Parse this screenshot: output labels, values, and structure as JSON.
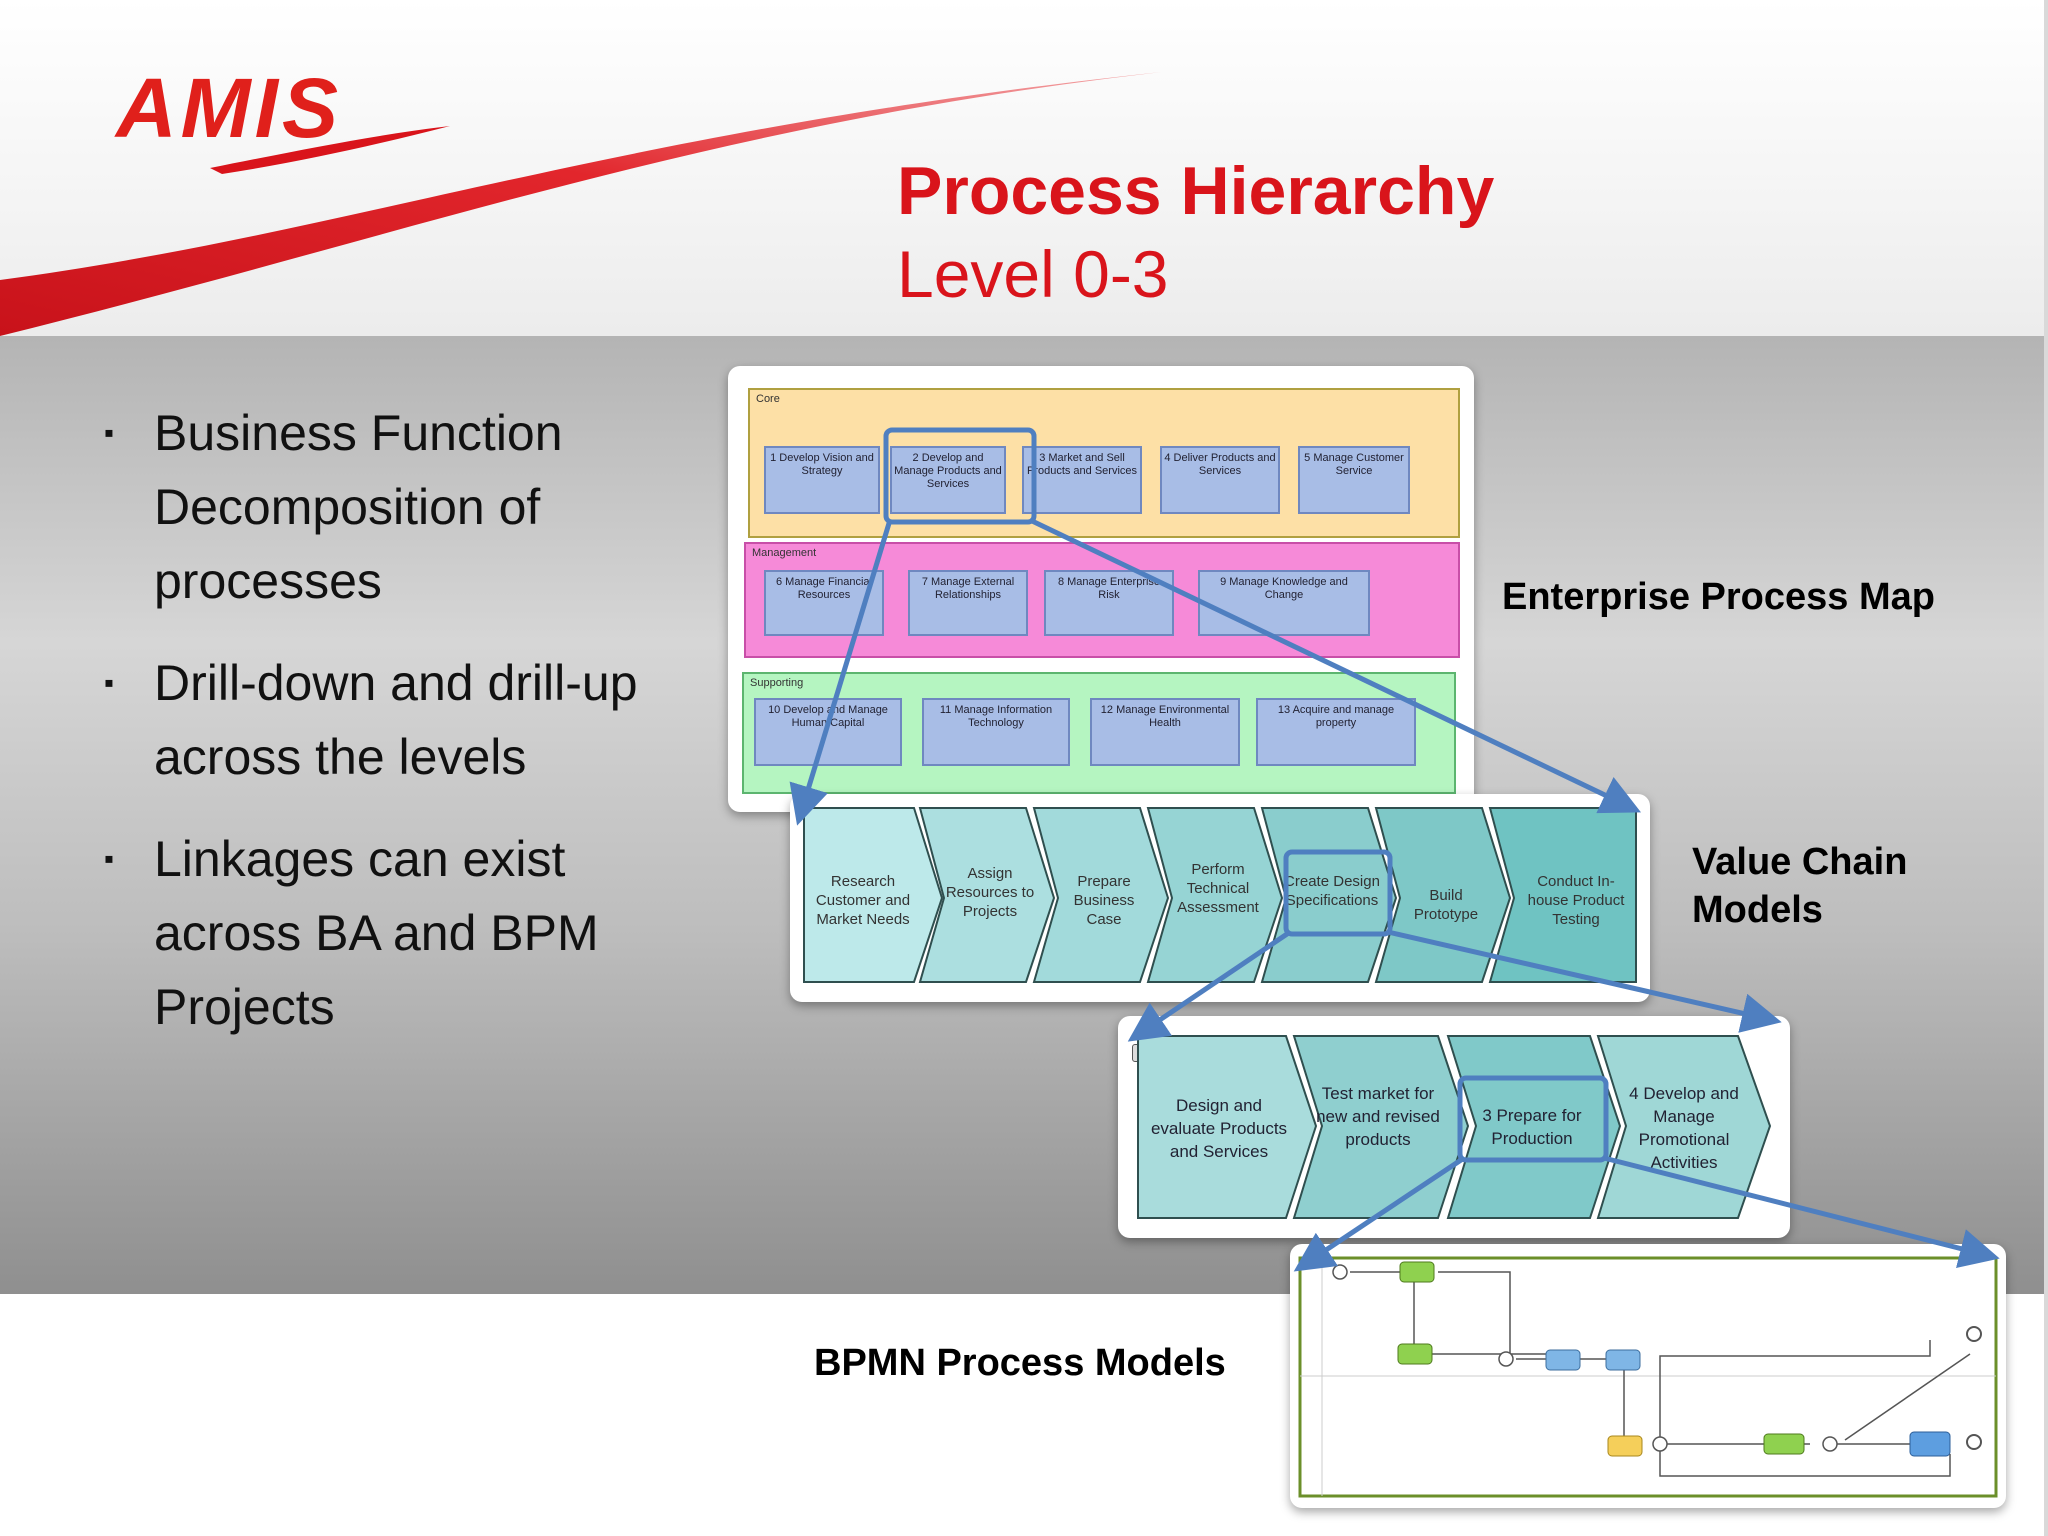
{
  "slide": {
    "logo": "AMIS",
    "title": "Process Hierarchy",
    "subtitle": "Level 0-3",
    "bullets": [
      "Business Function Decomposition of processes",
      "Drill-down and drill-up across the levels",
      "Linkages can exist across BA and BPM Projects"
    ],
    "bullet_marker": "▪"
  },
  "labels": {
    "enterprise": "Enterprise Process Map",
    "value_chain_line1": "Value Chain",
    "value_chain_line2": "Models",
    "bpmn": "BPMN Process Models"
  },
  "enterprise_map": {
    "core": {
      "label": "Core",
      "items": [
        "1 Develop Vision and Strategy",
        "2 Develop and Manage Products and Services",
        "3 Market and Sell Products and Services",
        "4 Deliver Products and Services",
        "5 Manage Customer Service"
      ]
    },
    "management": {
      "label": "Management",
      "items": [
        "6 Manage Financial Resources",
        "7 Manage External Relationships",
        "8 Manage Enterprise Risk",
        "9 Manage Knowledge and Change"
      ]
    },
    "supporting": {
      "label": "Supporting",
      "items": [
        "10 Develop and Manage Human Capital",
        "11 Manage Information Technology",
        "12 Manage Environmental Health",
        "13 Acquire and manage property"
      ]
    }
  },
  "value_chain": {
    "steps": [
      "Research Customer and Market Needs",
      "Assign Resources to Projects",
      "Prepare Business Case",
      "Perform Technical Assessment",
      "Create Design Specifications",
      "Build Prototype",
      "Conduct In-house Product Testing"
    ]
  },
  "value_chain_2": {
    "steps": [
      "Design and evaluate Products and Services",
      "Test market for new and revised products",
      "3 Prepare for Production",
      "4 Develop and Manage Promotional Activities"
    ]
  },
  "colors": {
    "accent_red": "#d9141b",
    "link_blue": "#4f7fc0",
    "core_lane": "#fde0a6",
    "management_lane": "#f68ad8",
    "supporting_lane": "#b5f5c1",
    "chevron_light": "#bde9ea",
    "chevron_dark": "#6fc3c2",
    "bpmn_task_green": "#8fd14f",
    "bpmn_task_blue": "#7fb6e6",
    "bpmn_task_yellow": "#f5cf5a"
  }
}
